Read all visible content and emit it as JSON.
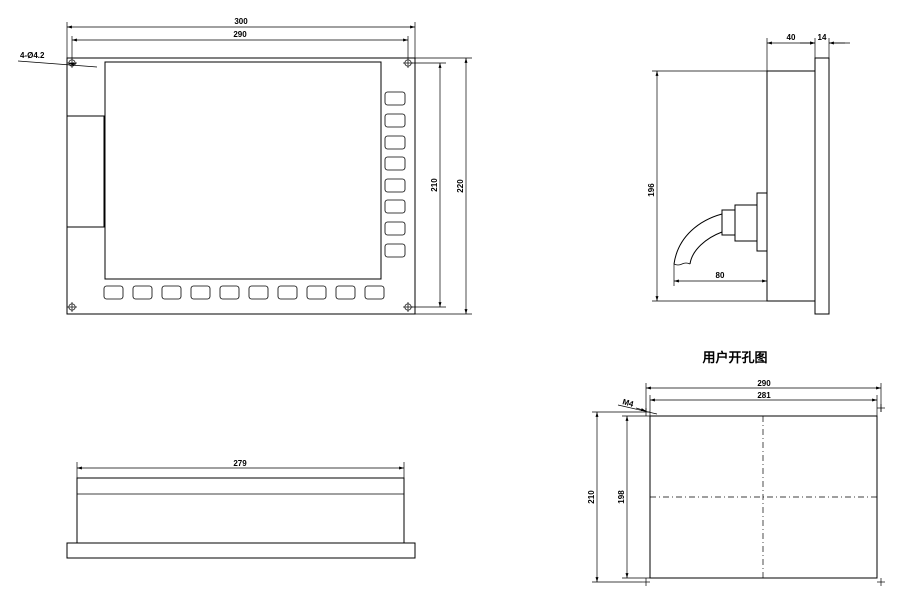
{
  "front_view": {
    "dim_overall_width": "300",
    "dim_hole_spacing_width": "290",
    "dim_hole_spacing_height": "210",
    "dim_overall_height": "220",
    "mounting_holes_label": "4-Ø4.2",
    "side_key_count": 8,
    "bottom_key_count": 10
  },
  "side_view": {
    "dim_body_depth": "40",
    "dim_bezel_thickness": "14",
    "dim_height": "196",
    "dim_cable_clearance": "80"
  },
  "bottom_view": {
    "dim_width": "279"
  },
  "cutout_view": {
    "title": "用户开孔图",
    "dim_hole_spacing_width": "290",
    "dim_cutout_width": "281",
    "dim_hole_spacing_height": "210",
    "dim_cutout_height": "198",
    "hole_thread_label": "M4"
  }
}
